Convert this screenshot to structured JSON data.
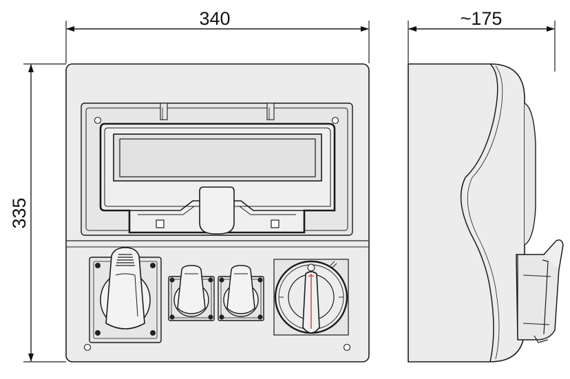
{
  "dimensions": {
    "width_label": "340",
    "height_label": "335",
    "depth_label": "~175"
  },
  "colors": {
    "outline": "#1a1a1a",
    "body_fill": "#ececec",
    "panel_fill": "#e8e8e8",
    "window_fill": "#e2e2e2",
    "socket_fill": "#f3f3f3",
    "switch_red": "#c83838",
    "dimension_line": "#111111"
  },
  "icons": [
    "dimension-arrow-icon",
    "mounting-hole-icon",
    "power-socket-icon",
    "rotary-switch-icon"
  ]
}
